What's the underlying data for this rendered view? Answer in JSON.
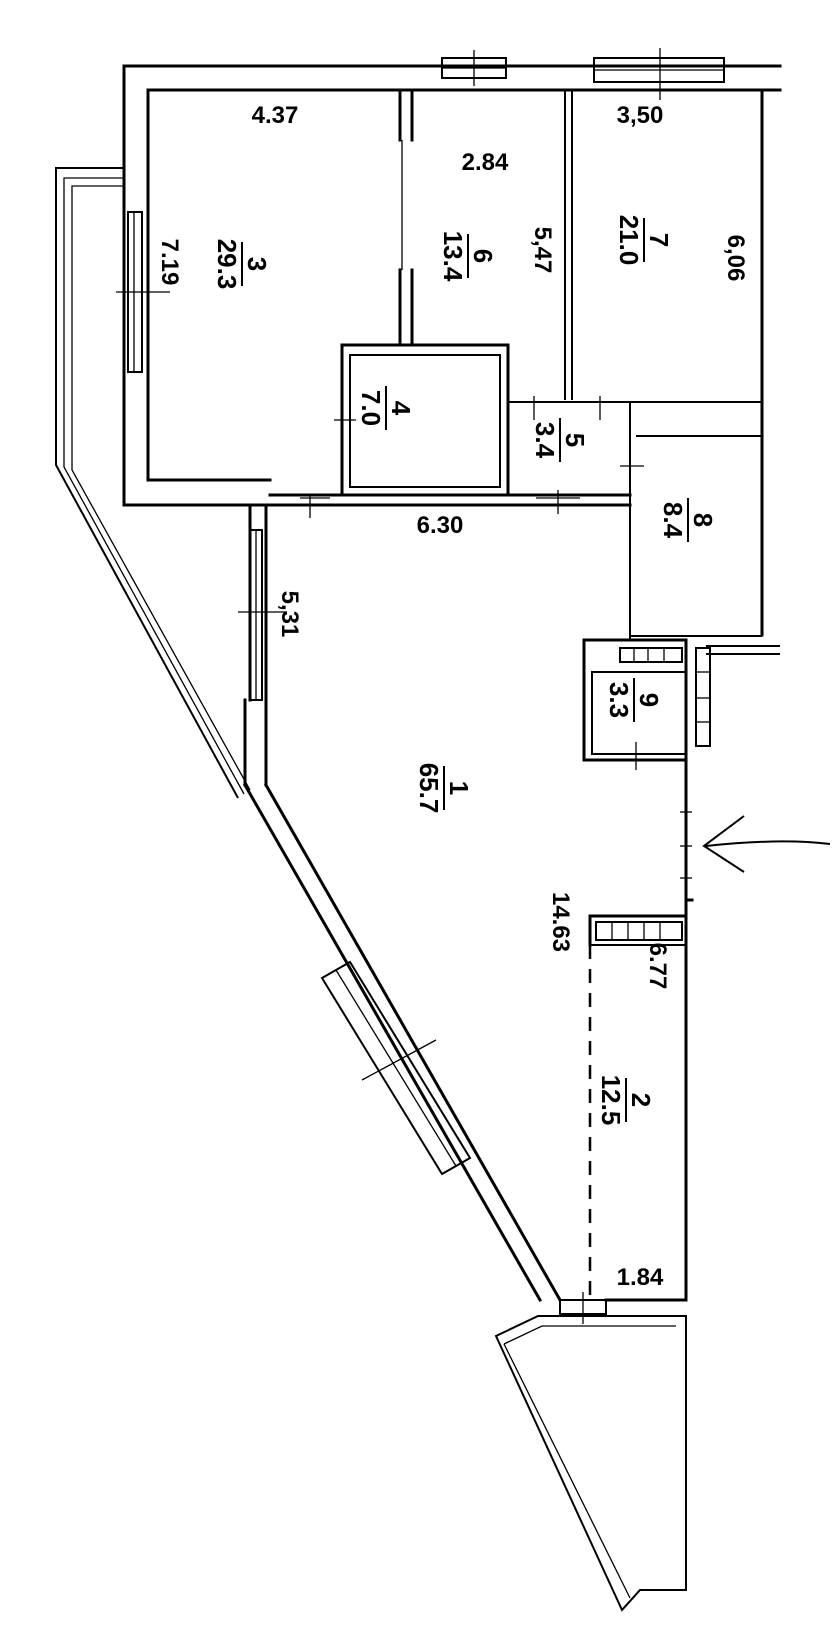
{
  "rooms": [
    {
      "number": "1",
      "area": "65.7"
    },
    {
      "number": "2",
      "area": "12.5"
    },
    {
      "number": "3",
      "area": "29.3"
    },
    {
      "number": "4",
      "area": "7.0"
    },
    {
      "number": "5",
      "area": "3.4"
    },
    {
      "number": "6",
      "area": "13.4"
    },
    {
      "number": "7",
      "area": "21.0"
    },
    {
      "number": "8",
      "area": "8.4"
    },
    {
      "number": "9",
      "area": "3.3"
    }
  ],
  "dimensions": {
    "d_4_37": "4.37",
    "d_2_84": "2.84",
    "d_3_50": "3,50",
    "d_7_19": "7.19",
    "d_5_47": "5,47",
    "d_6_06": "6,06",
    "d_6_30": "6.30",
    "d_5_31": "5,31",
    "d_14_63": "14.63",
    "d_6_77": "6.77",
    "d_1_84": "1.84"
  }
}
